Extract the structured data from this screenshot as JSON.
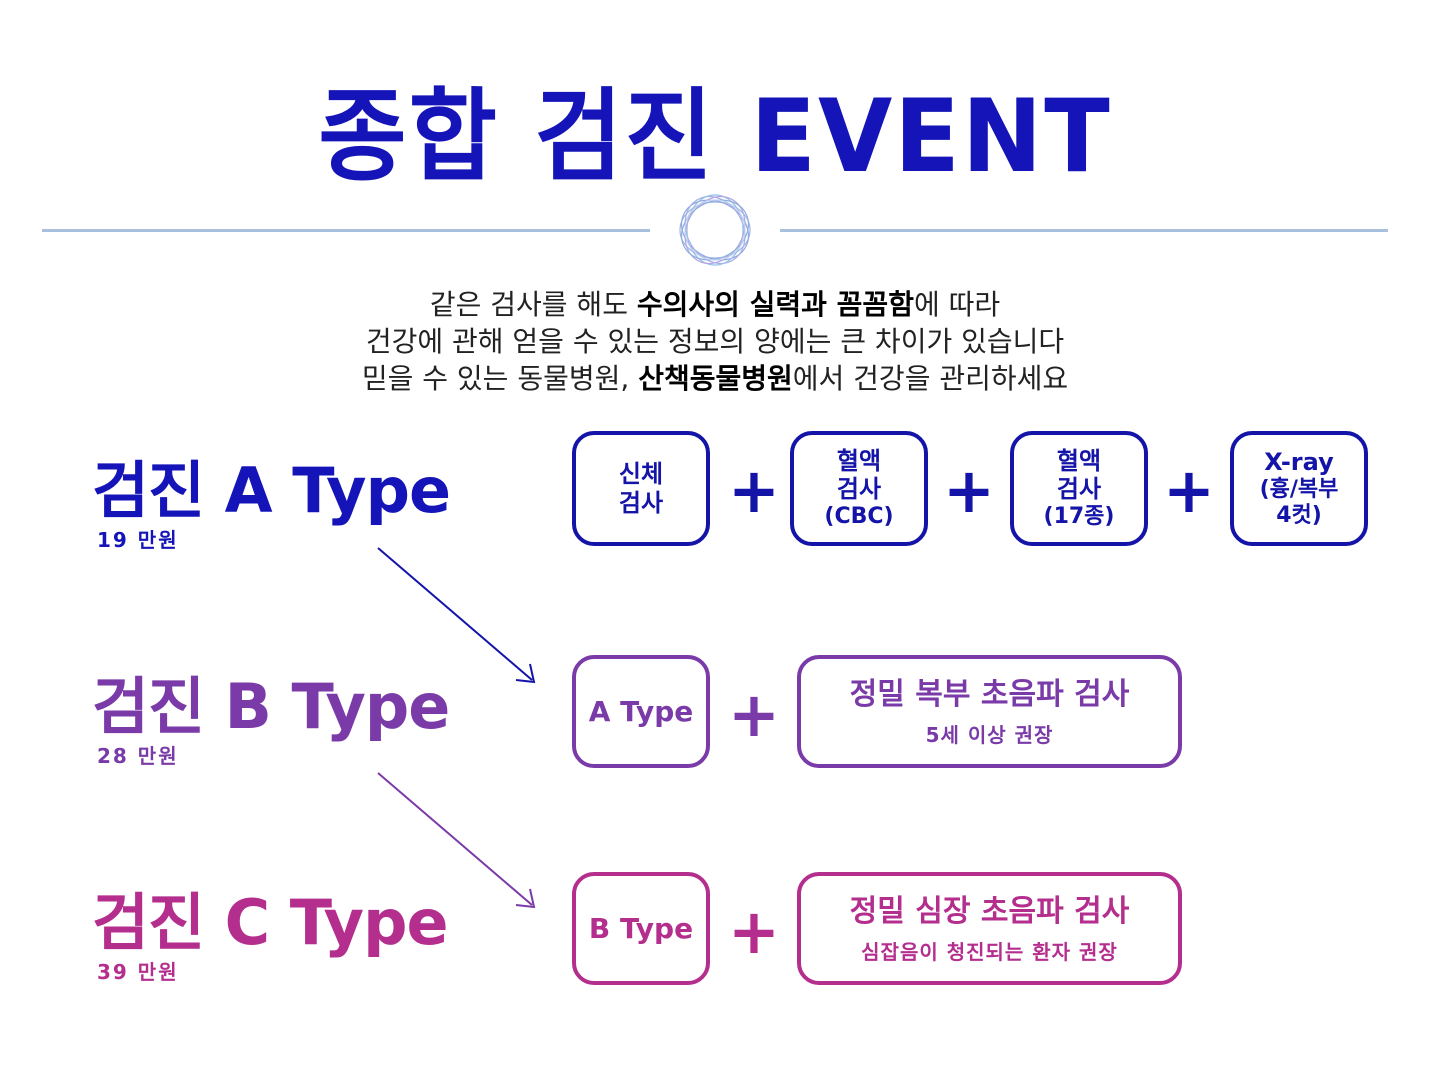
{
  "header": {
    "title": "종합 검진 EVENT"
  },
  "intro": {
    "line1_a": "같은 검사를 해도 ",
    "line1_b": "수의사의 실력과 꼼꼼함",
    "line1_c": "에 따라",
    "line2": "건강에 관해 얻을 수 있는 정보의 양에는 큰 차이가 있습니다",
    "line3_a": "믿을 수 있는 동물병원, ",
    "line3_b": "산책동물병원",
    "line3_c": "에서 건강을 관리하세요"
  },
  "types": [
    {
      "title": "검진 A Type",
      "price": "19 만원",
      "color": "#1414b8"
    },
    {
      "title": "검진 B Type",
      "price": "28 만원",
      "color": "#7a3aa8"
    },
    {
      "title": "검진 C Type",
      "price": "39 만원",
      "color": "#b42e8e"
    }
  ],
  "plus": "+",
  "a_items": [
    {
      "l1": "신체",
      "l2": "검사",
      "l3": ""
    },
    {
      "l1": "혈액",
      "l2": "검사",
      "l3": "(CBC)"
    },
    {
      "l1": "혈액",
      "l2": "검사",
      "l3": "(17종)"
    },
    {
      "l1": "X-ray",
      "l2": "(흉/복부",
      "l3": "4컷)"
    }
  ],
  "b_row": {
    "base": "A Type",
    "main": "정밀 복부 초음파 검사",
    "note": "5세 이상 권장"
  },
  "c_row": {
    "base": "B Type",
    "main": "정밀 심장 초음파 검사",
    "note": "심잡음이 청진되는 환자 권장"
  },
  "colors": {
    "a": "#1414a8",
    "b": "#7a3aa8",
    "c": "#b42e8e",
    "rule": "#a8c0de"
  }
}
